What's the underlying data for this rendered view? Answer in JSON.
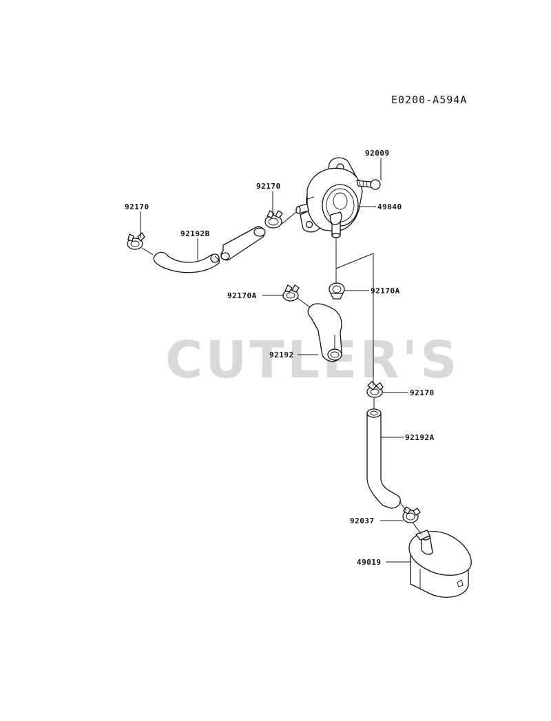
{
  "diagram_code": "E0200-A594A",
  "watermark": "CUTLER'S",
  "colors": {
    "ink": "#111111",
    "watermark": "#d9d9d9",
    "background": "#ffffff"
  },
  "labels": [
    {
      "id": "l92009",
      "text": "92009"
    },
    {
      "id": "l92170top",
      "text": "92170"
    },
    {
      "id": "l49040",
      "text": "49040"
    },
    {
      "id": "l92170left",
      "text": "92170"
    },
    {
      "id": "l92192B",
      "text": "92192B"
    },
    {
      "id": "l92170Aleft",
      "text": "92170A"
    },
    {
      "id": "l92170Aright",
      "text": "92170A"
    },
    {
      "id": "l92192",
      "text": "92192"
    },
    {
      "id": "l92170mid",
      "text": "92170"
    },
    {
      "id": "l92192A",
      "text": "92192A"
    },
    {
      "id": "l92037",
      "text": "92037"
    },
    {
      "id": "l49019",
      "text": "49019"
    }
  ]
}
